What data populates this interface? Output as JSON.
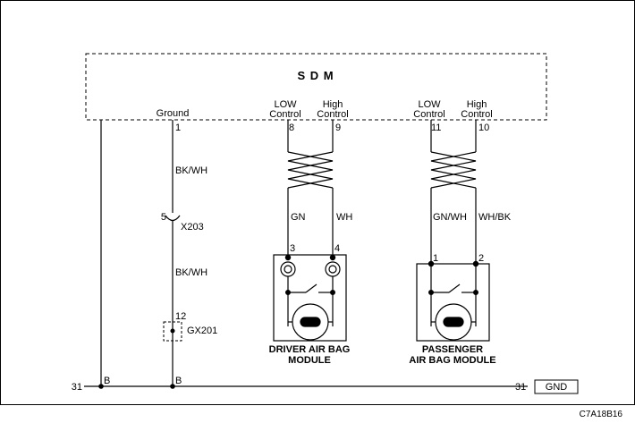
{
  "module": {
    "title": "S D M"
  },
  "pins": {
    "ground": {
      "label": "Ground",
      "number": "1"
    },
    "driver_low": {
      "label_line1": "LOW",
      "label_line2": "Control",
      "number": "8"
    },
    "driver_high": {
      "label_line1": "High",
      "label_line2": "Control",
      "number": "9"
    },
    "pass_low": {
      "label_line1": "LOW",
      "label_line2": "Control",
      "number": "11"
    },
    "pass_high": {
      "label_line1": "High",
      "label_line2": "Control",
      "number": "10"
    }
  },
  "wires": {
    "ground_upper": "BK/WH",
    "ground_lower": "BK/WH",
    "driver_low": "GN",
    "driver_high": "WH",
    "pass_low": "GN/WH",
    "pass_high": "WH/BK"
  },
  "connectors": {
    "x203": {
      "pin": "5",
      "name": "X203"
    },
    "gx201": {
      "pin": "12",
      "name": "GX201"
    }
  },
  "modules": {
    "driver": {
      "pin_a": "3",
      "pin_b": "4",
      "line1": "DRIVER AIR BAG",
      "line2": "MODULE"
    },
    "passenger": {
      "pin_a": "1",
      "pin_b": "2",
      "line1": "PASSENGER",
      "line2": "AIR BAG MODULE"
    }
  },
  "ground_bus": {
    "left_ref": "31",
    "right_ref": "31",
    "splice_left": "B",
    "splice_right": "B",
    "gnd_label": "GND"
  },
  "figure_code": "C7A18B16"
}
